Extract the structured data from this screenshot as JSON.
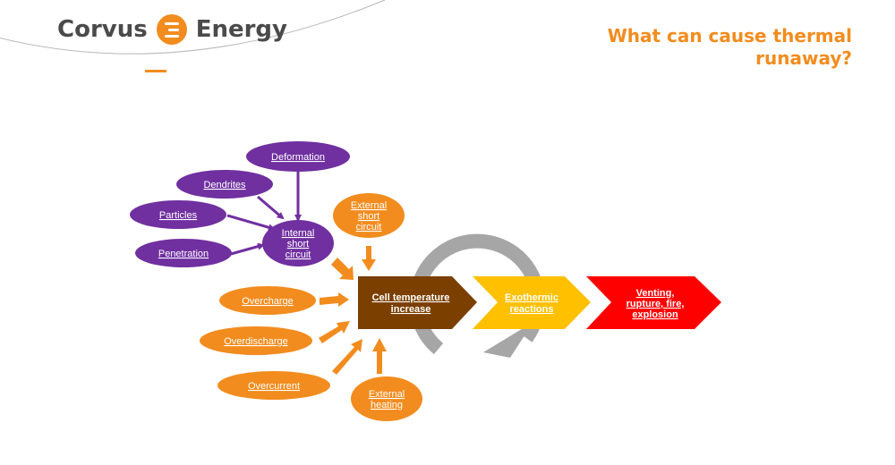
{
  "logo": {
    "left_text": "Corvus",
    "right_text": "Energy"
  },
  "title": "What can cause thermal runaway?",
  "colors": {
    "orange": "#f28c1e",
    "purple": "#7030a0",
    "brown": "#7b3f00",
    "yellow": "#ffc000",
    "red": "#ff0000",
    "grey": "#a6a6a6"
  },
  "diagram": {
    "purple_causes": {
      "deformation": "Deformation",
      "dendrites": "Dendrites",
      "particles": "Particles",
      "penetration": "Penetration"
    },
    "internal_short_circuit": [
      "Internal",
      "short",
      "circuit"
    ],
    "external_short_circuit": [
      "External",
      "short",
      "circuit"
    ],
    "orange_causes": {
      "overcharge": "Overcharge",
      "overdischarge": "Overdischarge",
      "overcurrent": "Overcurrent"
    },
    "external_heating": [
      "External",
      "heating"
    ],
    "chain": {
      "cell_temp": [
        "Cell temperature",
        "increase"
      ],
      "exothermic": [
        "Exothermic",
        "reactions"
      ],
      "venting": [
        "Venting,",
        "rupture, fire,",
        "explosion"
      ]
    }
  }
}
